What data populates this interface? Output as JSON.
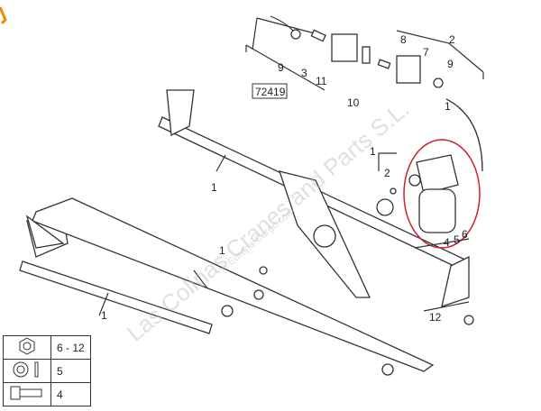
{
  "diagram": {
    "callouts": {
      "ref_box": "72419",
      "c9a": "9",
      "c3": "3",
      "c11": "11",
      "c10": "10",
      "c8": "8",
      "c7": "7",
      "c9b": "9",
      "c2top": "2",
      "c1a": "1",
      "c1b": "1",
      "c1c": "1",
      "c1d": "1",
      "c2mid": "2",
      "c1e": "1",
      "c4": "4",
      "c5": "5",
      "c6": "6",
      "c12": "12"
    },
    "watermark": "Las Colinas Cranes and Parts S.L.",
    "watermark_small": "©Europa-Cargo.com",
    "highlight_color": "#d0202a",
    "accent_color": "#f08a00"
  },
  "legend": {
    "rows": [
      {
        "icon": "nut-icon",
        "value": "6 - 12"
      },
      {
        "icon": "washer-icon",
        "value": "5"
      },
      {
        "icon": "bolt-icon",
        "value": "4"
      }
    ]
  }
}
